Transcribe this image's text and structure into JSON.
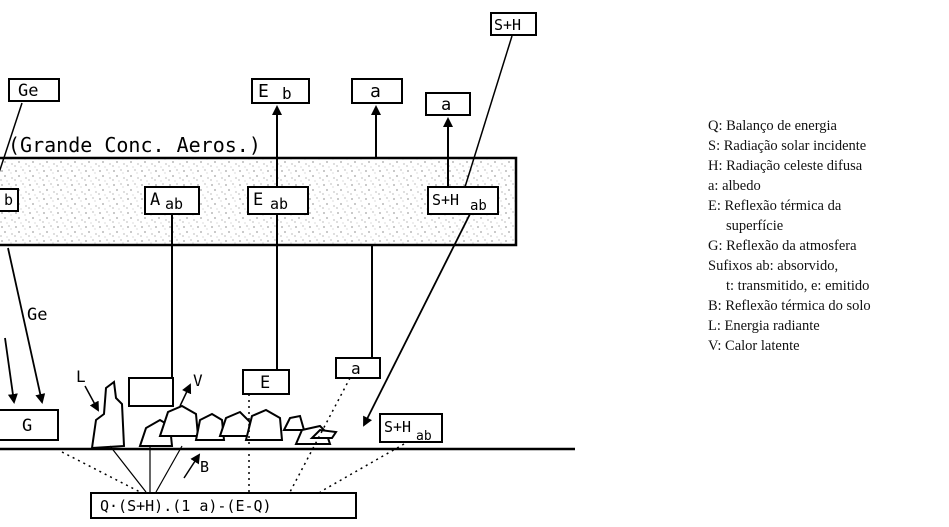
{
  "diagram": {
    "top_boxes": {
      "ge": "Ge",
      "eb_main": "E",
      "eb_sub": "b",
      "a1": "a",
      "a2": "a",
      "sh": "S+H"
    },
    "aerosol_layer_label": "(Grande Conc. Aeros.)",
    "layer_boxes": {
      "edge_fragment": "b",
      "aab_main": "A",
      "aab_sub": "ab",
      "eab_main": "E",
      "eab_sub": "ab",
      "shab_main": "S+H",
      "shab_sub": "ab"
    },
    "side_labels": {
      "ge_arrow": "Ge",
      "l": "L",
      "v": "V",
      "b": "B"
    },
    "ground_boxes": {
      "g": "G",
      "e": "E",
      "a": "a",
      "shab_main": "S+H",
      "shab_sub": "ab"
    },
    "formula": "Q·(S+H).(1 a)-(E-Q)"
  },
  "legend": {
    "items": [
      "Q:  Balanço de energia",
      "S:  Radiação solar incidente",
      "H:  Radiação celeste difusa",
      "a:  albedo",
      "E:   Reflexão térmica da",
      "superfície",
      "G:  Reflexão da atmosfera",
      "Sufixos ab:  absorvido,",
      "t: transmitido, e: emitido",
      "B:   Reflexão térmica do solo",
      "L:  Energia radiante",
      "V:  Calor latente"
    ]
  }
}
